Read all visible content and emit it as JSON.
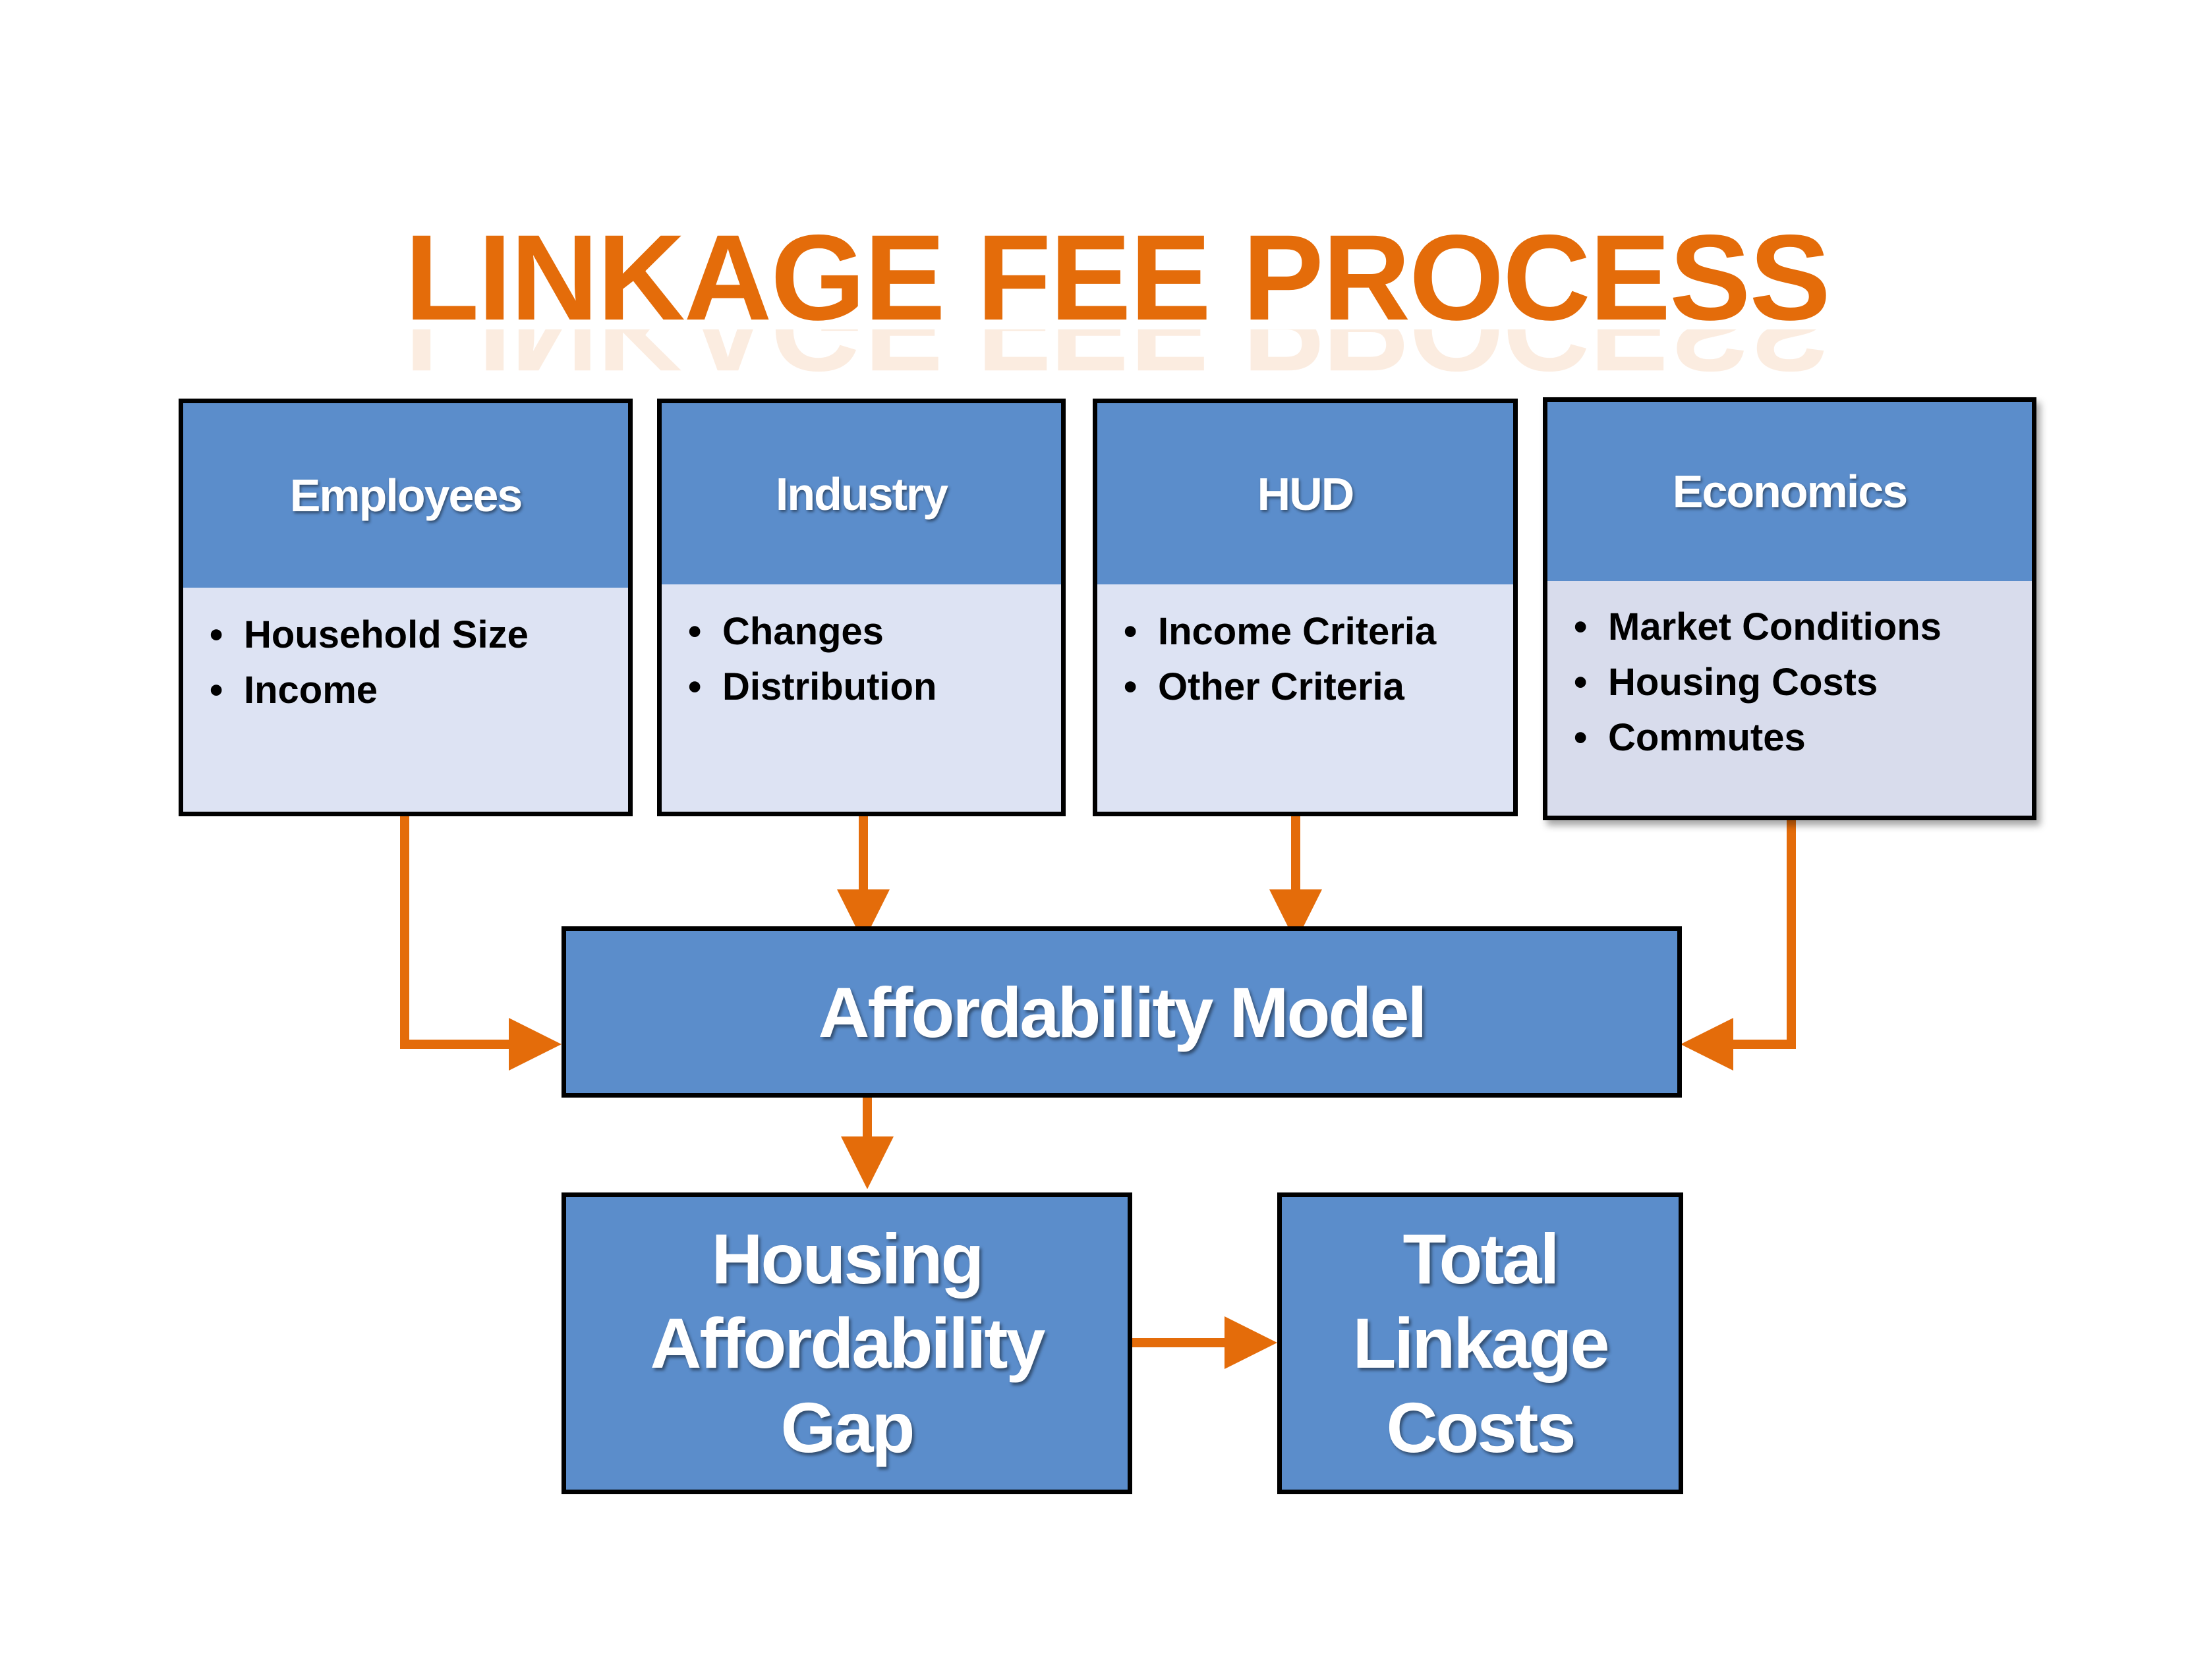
{
  "title": "LINKAGE FEE PROCESS",
  "colors": {
    "accent": "#e46c0a",
    "box_fill": "#5b8dcb",
    "list_fill": "#dde3f3",
    "border": "#000000"
  },
  "sources": [
    {
      "header": "Employees",
      "items": [
        "Household Size",
        "Income"
      ]
    },
    {
      "header": "Industry",
      "items": [
        "Changes",
        "Distribution"
      ]
    },
    {
      "header": "HUD",
      "items": [
        "Income Criteria",
        "Other Criteria"
      ]
    },
    {
      "header": "Economics",
      "items": [
        "Market Conditions",
        "Housing Costs",
        "Commutes"
      ]
    }
  ],
  "model": {
    "label": "Affordability Model"
  },
  "gap": {
    "lines": [
      "Housing",
      "Affordability",
      "Gap"
    ]
  },
  "total": {
    "lines": [
      "Total",
      "Linkage",
      "Costs"
    ]
  }
}
